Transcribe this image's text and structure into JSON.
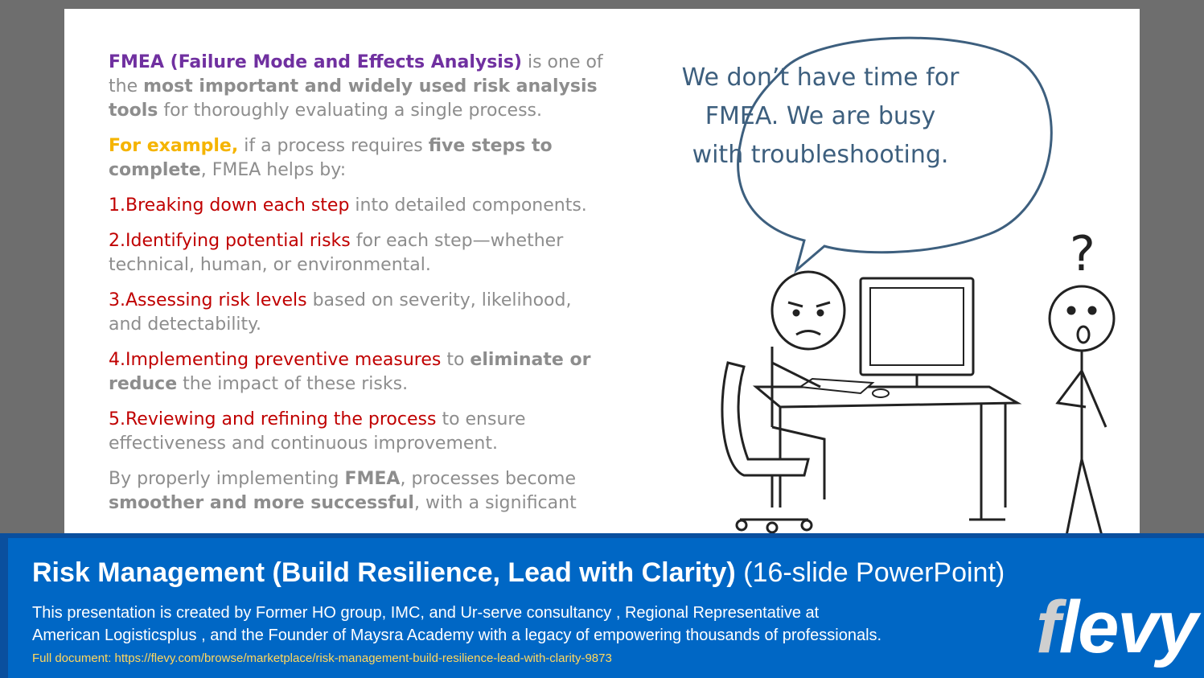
{
  "slide": {
    "intro": {
      "term": "FMEA (Failure Mode and Effects Analysis)",
      "t1": " is one of the ",
      "bold": "most important and widely used risk analysis tools",
      "t2": " for thoroughly evaluating a single process."
    },
    "example": {
      "lead": "For example,",
      "t1": " if a process requires ",
      "bold": "five steps to complete",
      "t2": ", FMEA helps by:"
    },
    "steps": [
      {
        "num": "1.",
        "highlight": "Breaking down each step",
        "rest": " into detailed components."
      },
      {
        "num": "2.",
        "highlight": "Identifying potential risks",
        "rest": " for each step—whether technical, human, or environmental."
      },
      {
        "num": "3.",
        "highlight": "Assessing risk levels",
        "rest": " based on severity, likelihood, and detectability."
      },
      {
        "num": "4.",
        "highlight": "Implementing preventive measures",
        "rest_a": " to ",
        "bold": "eliminate or reduce",
        "rest_b": " the impact of these risks."
      },
      {
        "num": "5.",
        "highlight": "Reviewing and refining the process",
        "rest": " to ensure effectiveness and continuous improvement."
      }
    ],
    "closing": {
      "t1": "By properly implementing ",
      "bold1": "FMEA",
      "t2": ", processes become ",
      "bold2": "smoother and more successful",
      "t3": ", with a significant"
    },
    "speech_bubble": [
      "We don’t have time for",
      "FMEA. We are busy",
      "with troubleshooting."
    ],
    "question_mark": "?"
  },
  "banner": {
    "title_bold": "Risk Management (Build Resilience, Lead with Clarity)",
    "title_rest": " (16-slide PowerPoint)",
    "description_line1": "This presentation is created by Former HO group, IMC, and Ur-serve consultancy , Regional Representative at",
    "description_line2": "American Logisticsplus , and the Founder of Maysra Academy with a legacy of empowering thousands of professionals.",
    "link": "Full document: https://flevy.com/browse/marketplace/risk-management-build-resilience-lead-with-clarity-9873",
    "logo_f": "f",
    "logo_rest": "levy"
  },
  "colors": {
    "purple": "#7030a0",
    "gold": "#f5b400",
    "red": "#c00000",
    "banner_blue": "#0067c5",
    "link_yellow": "#ffd75e"
  }
}
